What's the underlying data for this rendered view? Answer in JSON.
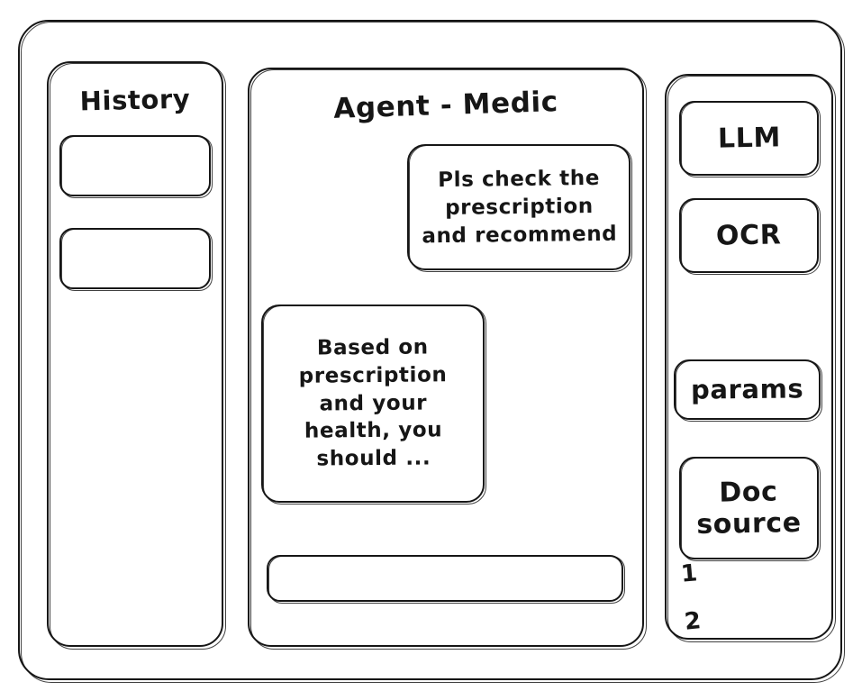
{
  "window": {
    "frame_name": "app-window"
  },
  "history": {
    "title": "History",
    "items": [
      {
        "label": ""
      },
      {
        "label": ""
      }
    ]
  },
  "agent": {
    "title": "Agent - Medic",
    "messages": [
      {
        "role": "user",
        "text": "Pls check the\nprescription\nand recommend"
      },
      {
        "role": "assistant",
        "text": "Based on\nprescription\nand your\nhealth, you\nshould ..."
      }
    ],
    "composer": {
      "value": "",
      "placeholder": ""
    }
  },
  "tools": {
    "buttons": [
      {
        "id": "llm",
        "label": "LLM"
      },
      {
        "id": "ocr",
        "label": "OCR"
      },
      {
        "id": "params",
        "label": "params"
      },
      {
        "id": "doc-source",
        "label": "Doc\nsource"
      }
    ],
    "doc_source_list": [
      {
        "marker": "1"
      },
      {
        "marker": "2"
      }
    ]
  },
  "style": {
    "ink": "#161616",
    "paper": "#ffffff"
  }
}
